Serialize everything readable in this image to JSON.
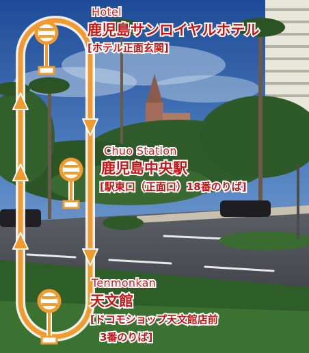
{
  "colors": {
    "route": "#f29a2c",
    "label": "#c81414",
    "sky_top": "#1f4e9a",
    "sky_bottom": "#8eb6d8",
    "road": "#4d4f55"
  },
  "icons": [
    "bus-stop-icon",
    "arrow-up-icon",
    "arrow-down-icon"
  ],
  "stops": [
    {
      "id": "hotel",
      "en": "Hotel",
      "jp": "鹿児島サンロイヤルホテル",
      "sub": "[ホテル正面玄関]"
    },
    {
      "id": "chuo",
      "en": "Chuo Station",
      "jp": "鹿児島中央駅",
      "sub": "[駅東口（正面口）18番のりば]"
    },
    {
      "id": "tenmonkan",
      "en": "Tenmonkan",
      "jp": "天文館",
      "sub1": "[ドコモショップ天文館店前",
      "sub2": "3番のりば]"
    }
  ]
}
